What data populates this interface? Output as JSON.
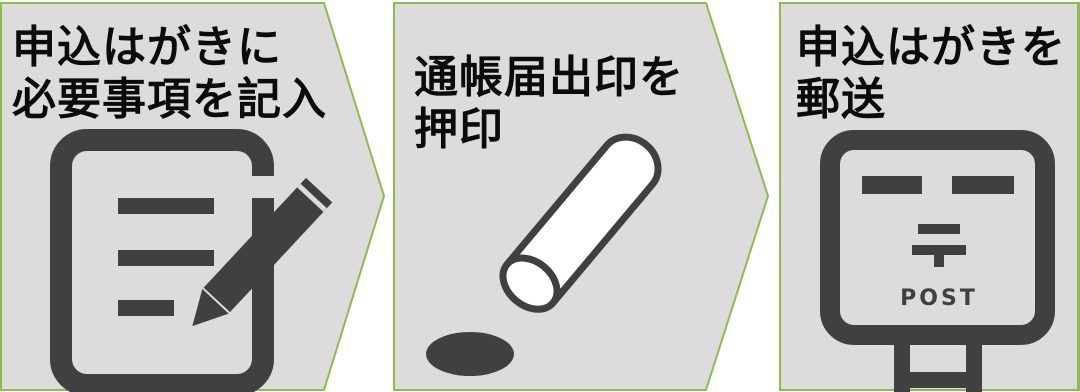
{
  "colors": {
    "panel_fill": "#dcdcdc",
    "panel_border": "#8dbb4d",
    "icon": "#404040",
    "text": "#0b0b0b"
  },
  "steps": [
    {
      "title_lines": [
        "申込はがきに",
        "必要事項を記入"
      ],
      "icon": "document-with-pencil-icon"
    },
    {
      "title_lines": [
        "通帳届出印を",
        "押印"
      ],
      "icon": "stamp-seal-icon"
    },
    {
      "title_lines": [
        "申込はがきを",
        "郵送"
      ],
      "icon": "postbox-icon"
    }
  ],
  "postbox_label": "POST"
}
